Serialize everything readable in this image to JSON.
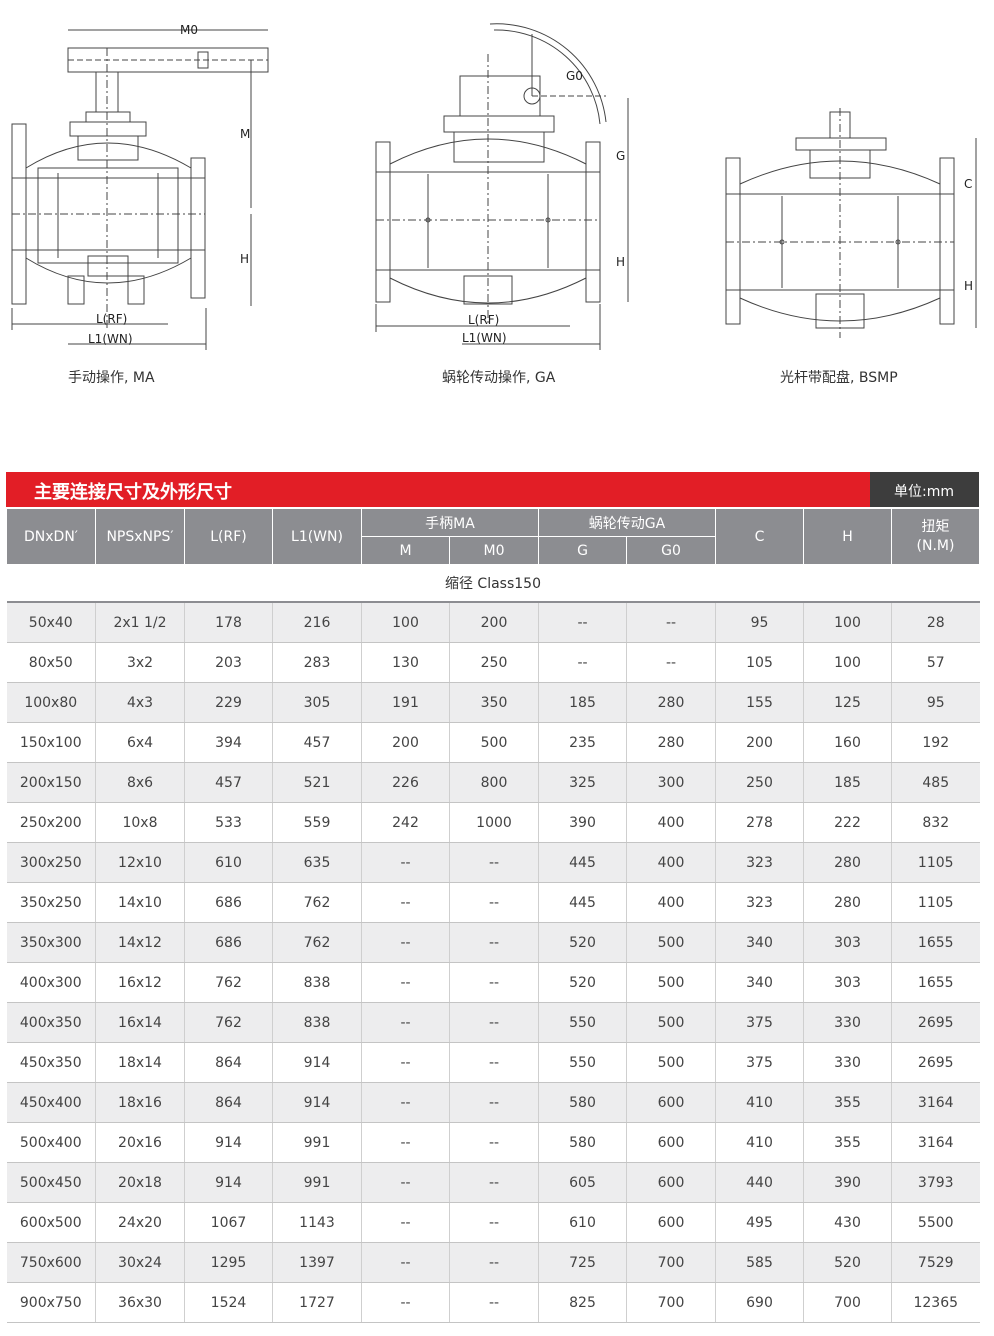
{
  "drawings": [
    {
      "caption": "手动操作, MA",
      "labels": {
        "m0": "M0",
        "m": "M",
        "h": "H",
        "l": "L(RF)",
        "l1": "L1(WN)"
      }
    },
    {
      "caption": "蜗轮传动操作, GA",
      "labels": {
        "g0": "G0",
        "g": "G",
        "h": "H",
        "l": "L(RF)",
        "l1": "L1(WN)"
      }
    },
    {
      "caption": "光杆带配盘, BSMP",
      "labels": {
        "c": "C",
        "h": "H"
      }
    }
  ],
  "title": "主要连接尺寸及外形尺寸",
  "unit": "单位:mm",
  "colors": {
    "accent_red": "#e21e26",
    "unit_bg": "#3d3d3d",
    "header_gray": "#8c8d91",
    "row_alt": "#ededee"
  },
  "headers": {
    "dn": "DNxDN′",
    "nps": "NPSxNPS′",
    "l": "L(RF)",
    "l1": "L1(WN)",
    "ma": "手柄MA",
    "m": "M",
    "m0": "M0",
    "ga": "蜗轮传动GA",
    "g": "G",
    "g0": "G0",
    "c": "C",
    "h": "H",
    "torque": "扭矩\n(N.M)"
  },
  "group_label": "缩径 Class150",
  "rows": [
    [
      "50x40",
      "2x1 1/2",
      "178",
      "216",
      "100",
      "200",
      "--",
      "--",
      "95",
      "100",
      "28"
    ],
    [
      "80x50",
      "3x2",
      "203",
      "283",
      "130",
      "250",
      "--",
      "--",
      "105",
      "100",
      "57"
    ],
    [
      "100x80",
      "4x3",
      "229",
      "305",
      "191",
      "350",
      "185",
      "280",
      "155",
      "125",
      "95"
    ],
    [
      "150x100",
      "6x4",
      "394",
      "457",
      "200",
      "500",
      "235",
      "280",
      "200",
      "160",
      "192"
    ],
    [
      "200x150",
      "8x6",
      "457",
      "521",
      "226",
      "800",
      "325",
      "300",
      "250",
      "185",
      "485"
    ],
    [
      "250x200",
      "10x8",
      "533",
      "559",
      "242",
      "1000",
      "390",
      "400",
      "278",
      "222",
      "832"
    ],
    [
      "300x250",
      "12x10",
      "610",
      "635",
      "--",
      "--",
      "445",
      "400",
      "323",
      "280",
      "1105"
    ],
    [
      "350x250",
      "14x10",
      "686",
      "762",
      "--",
      "--",
      "445",
      "400",
      "323",
      "280",
      "1105"
    ],
    [
      "350x300",
      "14x12",
      "686",
      "762",
      "--",
      "--",
      "520",
      "500",
      "340",
      "303",
      "1655"
    ],
    [
      "400x300",
      "16x12",
      "762",
      "838",
      "--",
      "--",
      "520",
      "500",
      "340",
      "303",
      "1655"
    ],
    [
      "400x350",
      "16x14",
      "762",
      "838",
      "--",
      "--",
      "550",
      "500",
      "375",
      "330",
      "2695"
    ],
    [
      "450x350",
      "18x14",
      "864",
      "914",
      "--",
      "--",
      "550",
      "500",
      "375",
      "330",
      "2695"
    ],
    [
      "450x400",
      "18x16",
      "864",
      "914",
      "--",
      "--",
      "580",
      "600",
      "410",
      "355",
      "3164"
    ],
    [
      "500x400",
      "20x16",
      "914",
      "991",
      "--",
      "--",
      "580",
      "600",
      "410",
      "355",
      "3164"
    ],
    [
      "500x450",
      "20x18",
      "914",
      "991",
      "--",
      "--",
      "605",
      "600",
      "440",
      "390",
      "3793"
    ],
    [
      "600x500",
      "24x20",
      "1067",
      "1143",
      "--",
      "--",
      "610",
      "600",
      "495",
      "430",
      "5500"
    ],
    [
      "750x600",
      "30x24",
      "1295",
      "1397",
      "--",
      "--",
      "725",
      "700",
      "585",
      "520",
      "7529"
    ],
    [
      "900x750",
      "36x30",
      "1524",
      "1727",
      "--",
      "--",
      "825",
      "700",
      "690",
      "700",
      "12365"
    ]
  ]
}
